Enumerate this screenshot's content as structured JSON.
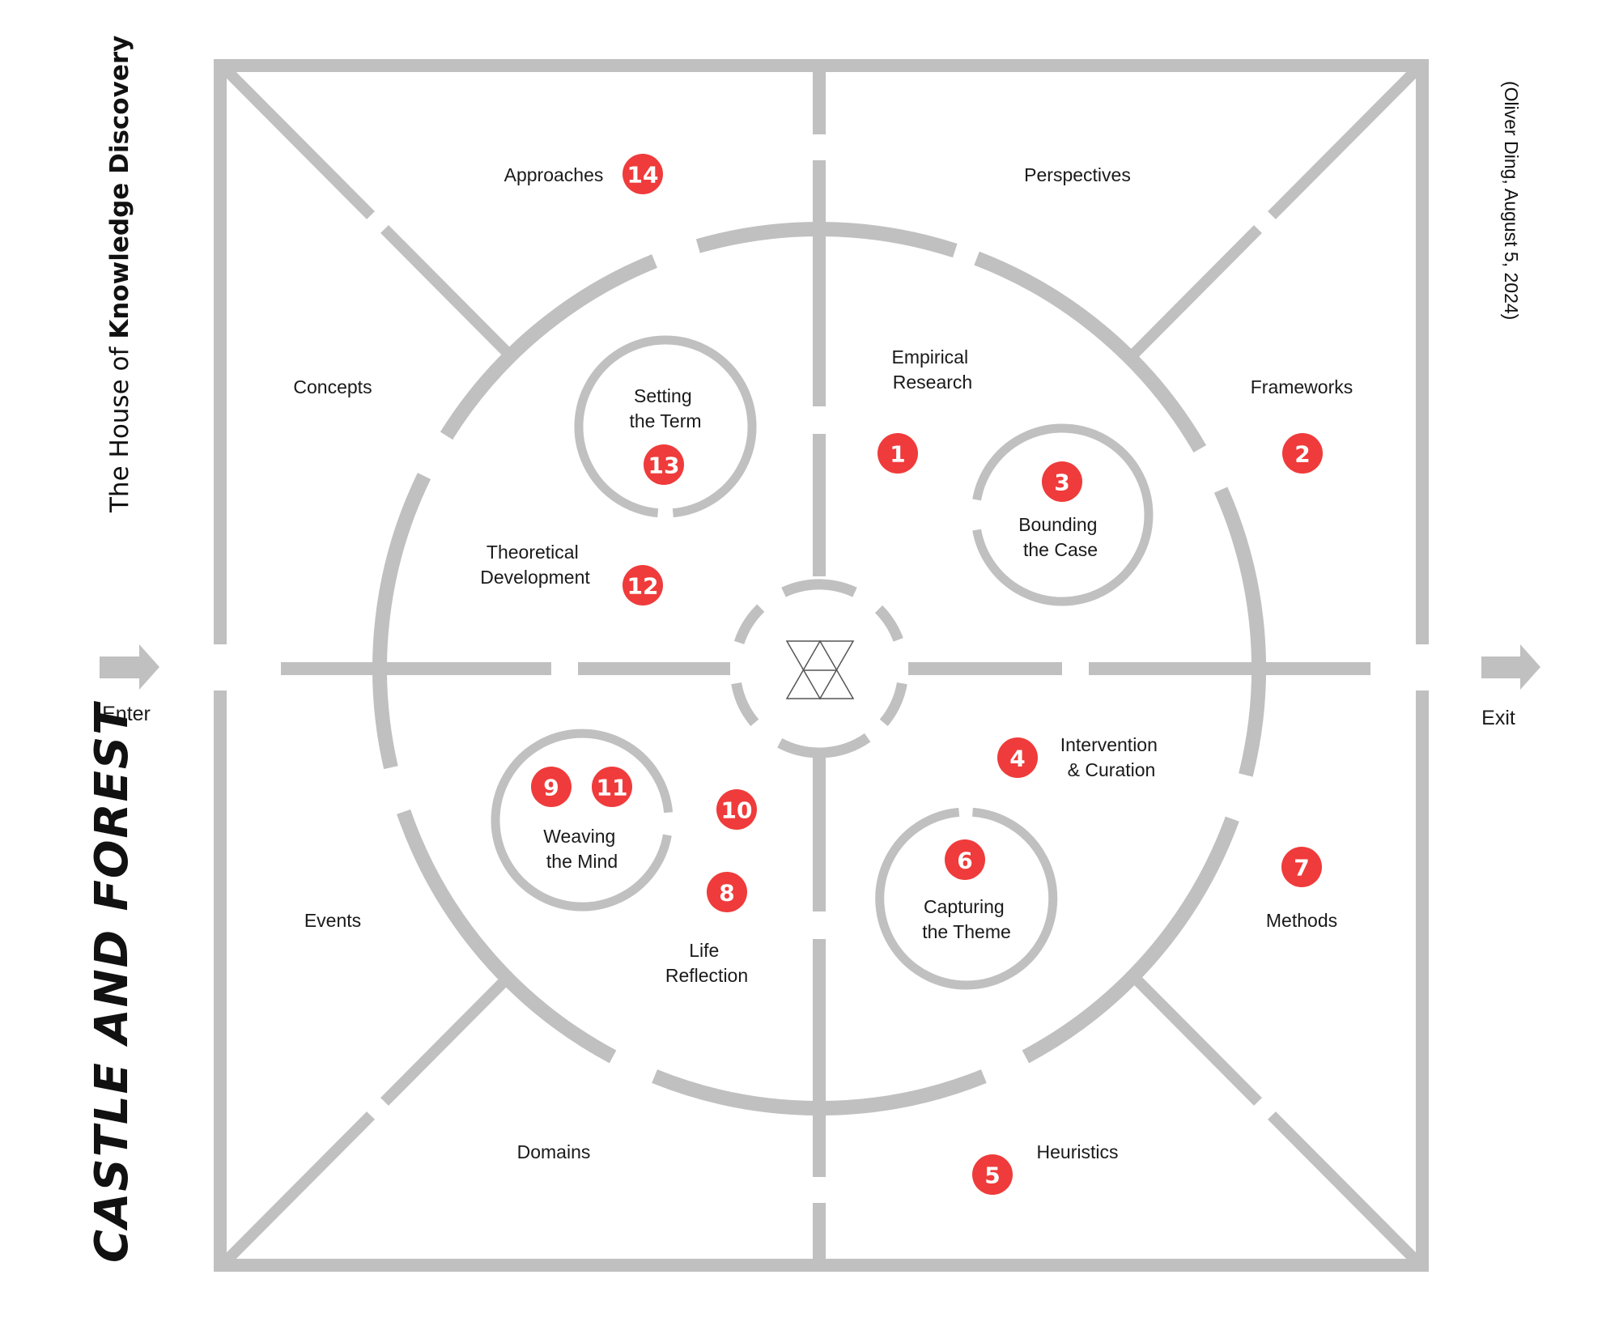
{
  "sidebar": {
    "title_prefix": "The House of ",
    "title_bold": "Knowledge Discovery",
    "credit": "(Oliver Ding, August 5, 2024)",
    "brand": "CASTLE AND FOREST"
  },
  "nav": {
    "enter_label": "Enter",
    "exit_label": "Exit"
  },
  "zones": {
    "approaches": "Approaches",
    "perspectives": "Perspectives",
    "concepts": "Concepts",
    "frameworks": "Frameworks",
    "events": "Events",
    "methods": "Methods",
    "domains": "Domains",
    "heuristics": "Heuristics"
  },
  "rooms": {
    "empirical": [
      "Empirical",
      "Research"
    ],
    "theoretical": [
      "Theoretical",
      "Development"
    ],
    "intervention": [
      "Intervention",
      "& Curation"
    ],
    "life": [
      "Life",
      "Reflection"
    ]
  },
  "cells": {
    "setting": [
      "Setting",
      "the Term"
    ],
    "bounding": [
      "Bounding",
      "the Case"
    ],
    "weaving": [
      "Weaving",
      "the Mind"
    ],
    "capturing": [
      "Capturing",
      "the Theme"
    ]
  },
  "badges": [
    "1",
    "2",
    "3",
    "4",
    "5",
    "6",
    "7",
    "8",
    "9",
    "10",
    "11",
    "12",
    "13",
    "14"
  ],
  "colors": {
    "accent": "#ef3b3b",
    "structure": "#c0c0c0",
    "text": "#1a1a1a",
    "background": "#ffffff"
  }
}
